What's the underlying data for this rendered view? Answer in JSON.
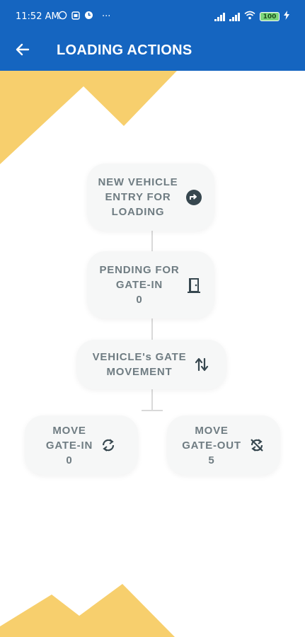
{
  "status_bar": {
    "time": "11:52 AM",
    "more": "···",
    "battery": "100",
    "icons": [
      "whatsapp-icon",
      "sim-icon",
      "app-icon",
      "signal-icon",
      "wifi-icon",
      "battery-icon",
      "charging-icon"
    ]
  },
  "app_bar": {
    "title": "LOADING ACTIONS",
    "back_icon": "arrow-left-icon",
    "color": "#1565c0"
  },
  "decor_color": "#f7cf6d",
  "actions": {
    "new_entry": {
      "line1": "NEW VEHICLE",
      "line2": "ENTRY FOR",
      "line3": "LOADING",
      "icon": "directions-icon"
    },
    "pending_gate_in": {
      "line1": "PENDING FOR",
      "line2": "GATE-IN",
      "count": "0",
      "icon": "door-icon"
    },
    "gate_movement": {
      "line1": "VEHICLE's GATE",
      "line2": "MOVEMENT",
      "icon": "swap-vertical-icon"
    },
    "move_gate_in": {
      "line1": "MOVE",
      "line2": "GATE-IN",
      "count": "0",
      "icon": "sync-icon"
    },
    "move_gate_out": {
      "line1": "MOVE",
      "line2": "GATE-OUT",
      "count": "5",
      "icon": "sync-disabled-icon"
    }
  }
}
